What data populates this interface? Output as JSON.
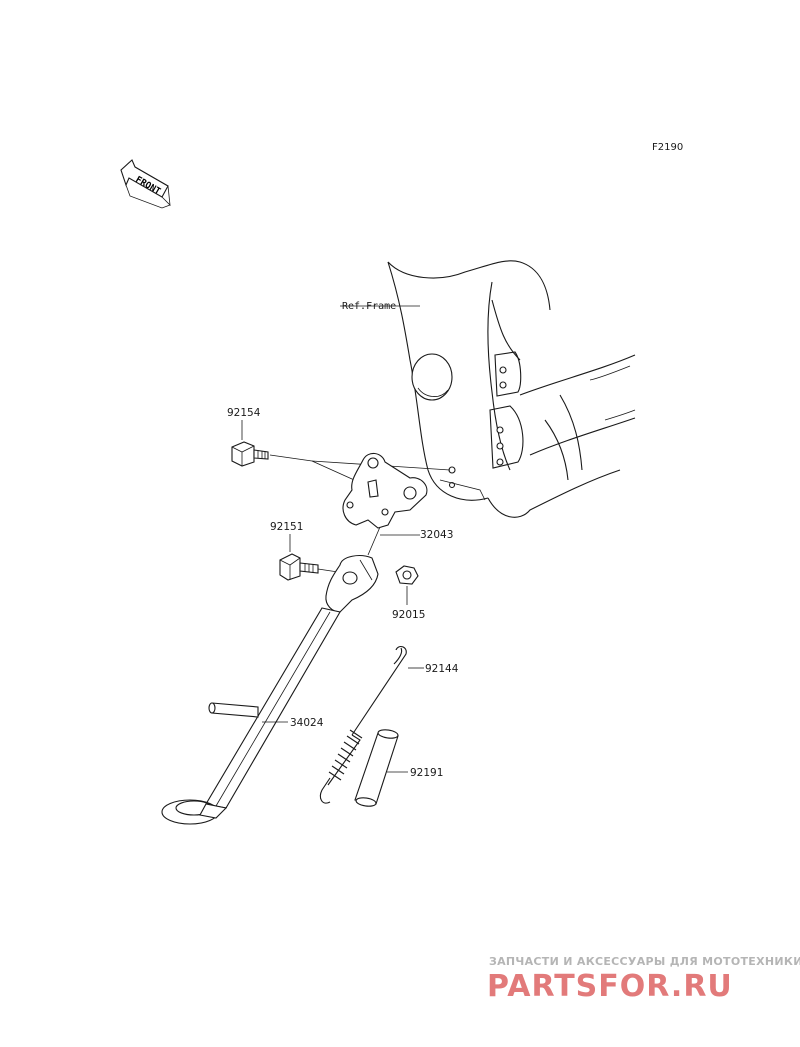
{
  "diagram": {
    "code": "F2190",
    "front_label": "FRONT",
    "ref_frame_label": "Ref.Frame",
    "parts": [
      {
        "number": "92154"
      },
      {
        "number": "32043"
      },
      {
        "number": "92151"
      },
      {
        "number": "92015"
      },
      {
        "number": "92144"
      },
      {
        "number": "34024"
      },
      {
        "number": "92191"
      }
    ]
  },
  "watermark": {
    "line1": "ЗАПЧАСТИ И АКСЕССУАРЫ ДЛЯ МОТОТЕХНИКИ",
    "line2": "PARTSFOR.RU",
    "color_text": "#e27a7a",
    "color_sub": "#b5b5b5"
  }
}
